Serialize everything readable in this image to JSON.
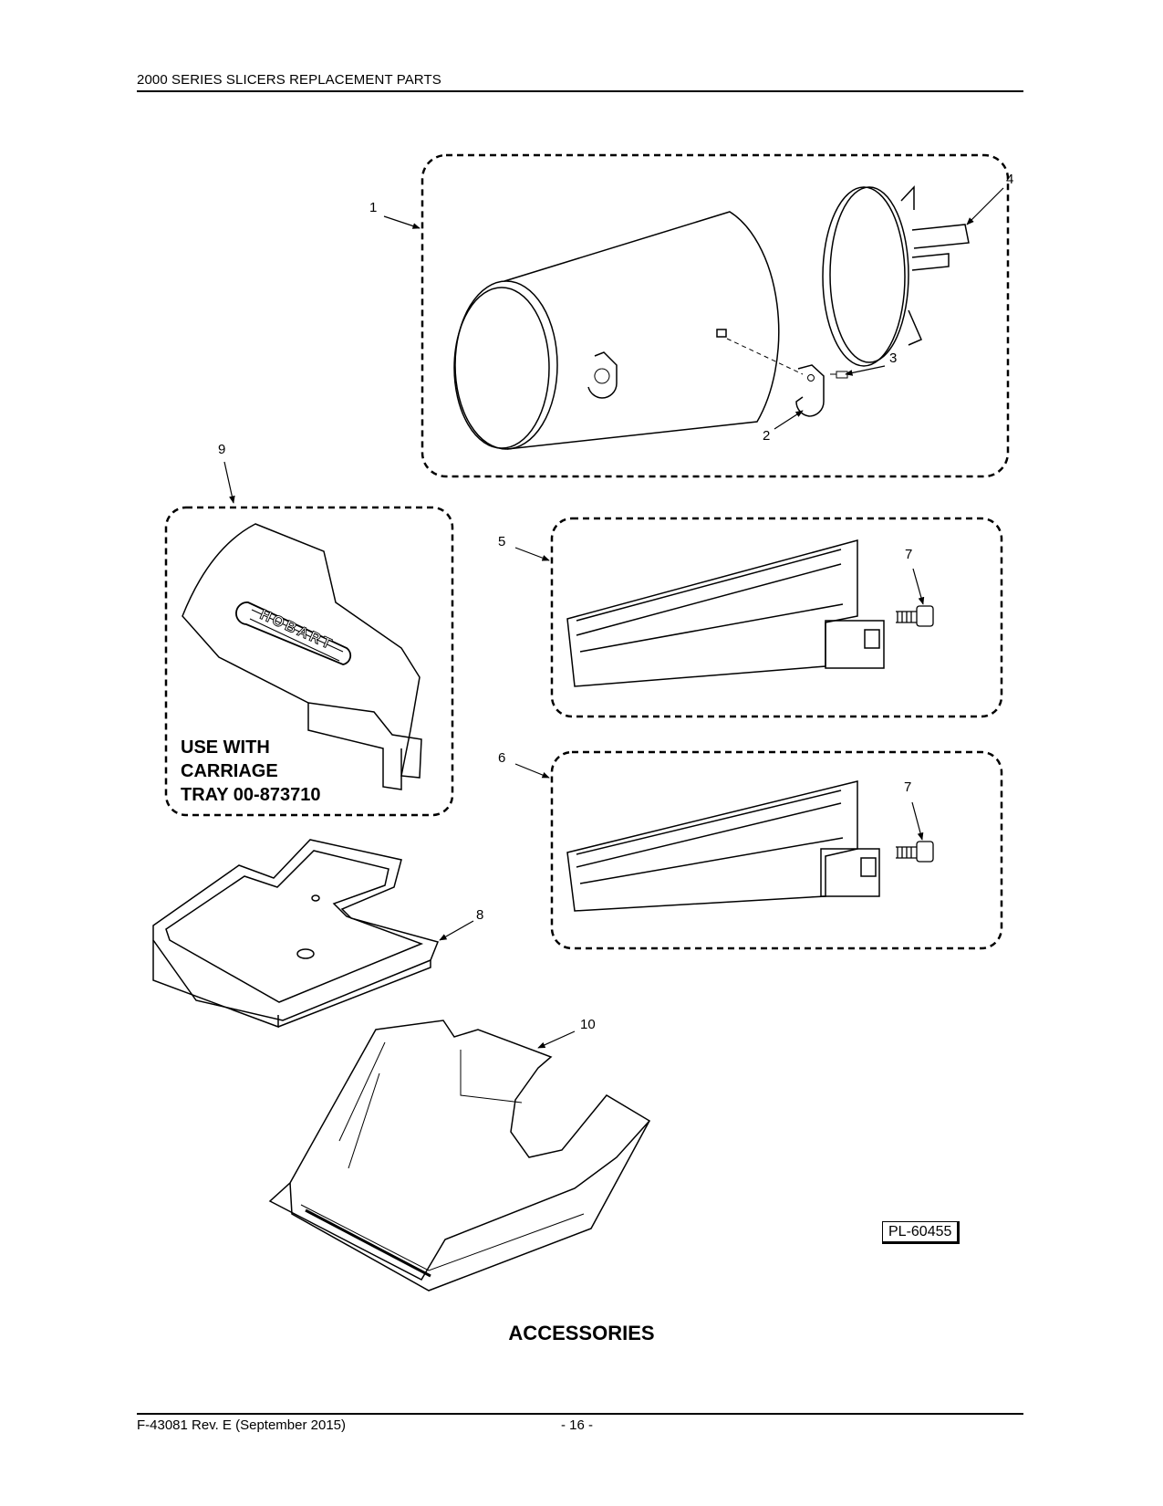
{
  "header": {
    "title": "2000 SERIES SLICERS REPLACEMENT PARTS"
  },
  "callouts": [
    {
      "id": "1",
      "label": "1"
    },
    {
      "id": "2",
      "label": "2"
    },
    {
      "id": "3",
      "label": "3"
    },
    {
      "id": "4",
      "label": "4"
    },
    {
      "id": "5",
      "label": "5"
    },
    {
      "id": "6",
      "label": "6"
    },
    {
      "id": "7a",
      "label": "7"
    },
    {
      "id": "7b",
      "label": "7"
    },
    {
      "id": "8",
      "label": "8"
    },
    {
      "id": "9",
      "label": "9"
    },
    {
      "id": "10",
      "label": "10"
    }
  ],
  "note": {
    "line1": "USE WITH",
    "line2": "CARRIAGE",
    "line3": "TRAY 00-873710"
  },
  "logo_text": "HOBART",
  "plate_number": "PL-60455",
  "section_title": "ACCESSORIES",
  "footer": {
    "document": "F-43081 Rev. E (September 2015)",
    "page": "- 16 -"
  }
}
